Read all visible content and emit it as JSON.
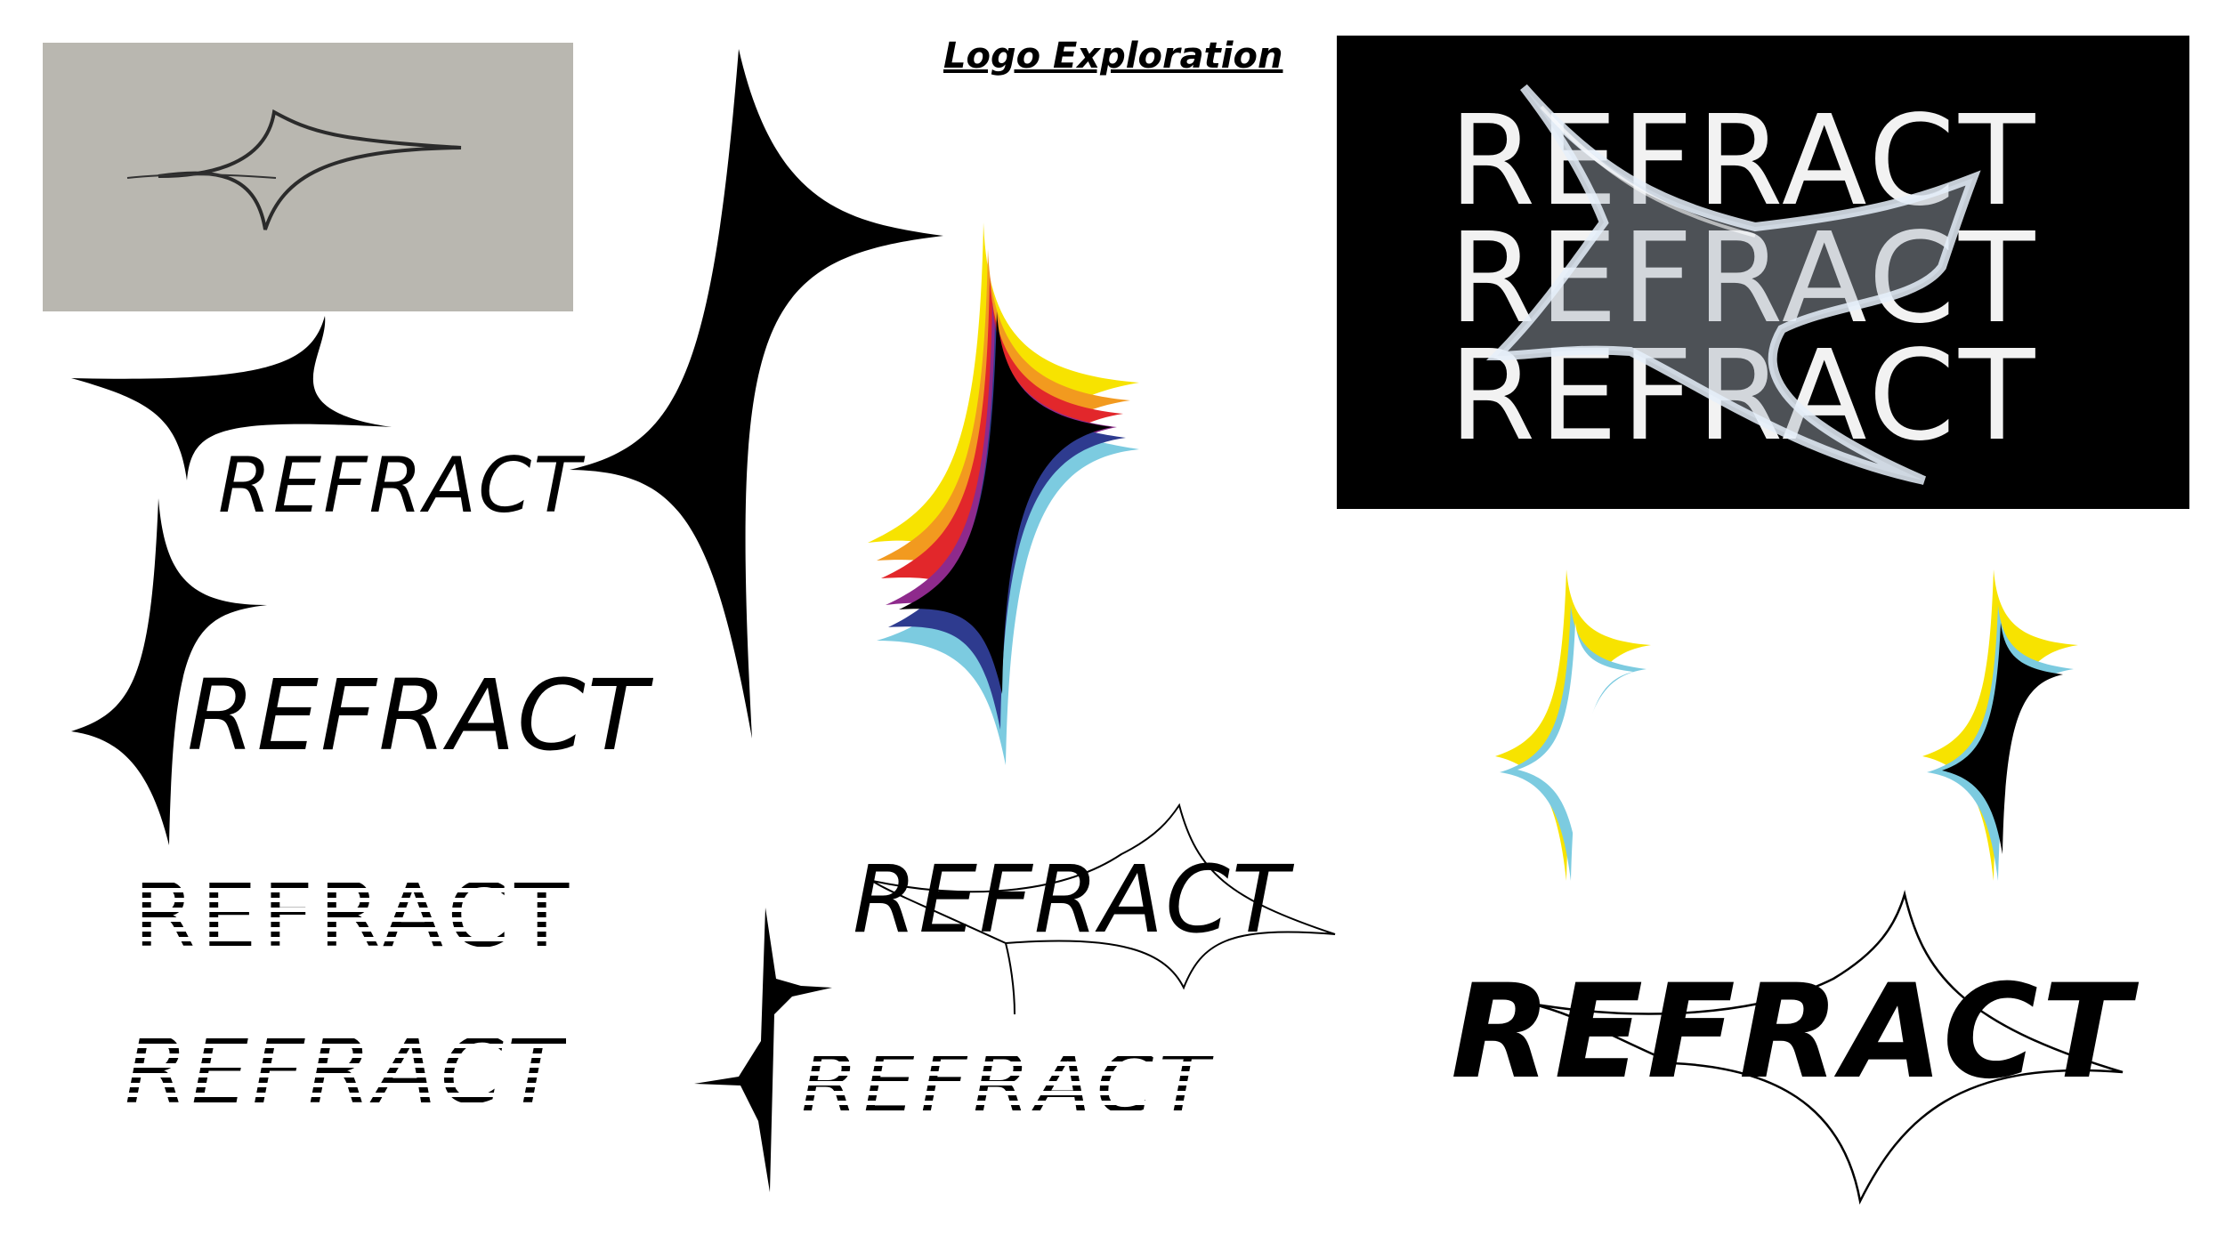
{
  "page": {
    "title": "Logo Exploration"
  },
  "wordmark": "REFRACT",
  "black_panel": {
    "lines": [
      "REFRACT",
      "REFRACT",
      "REFRACT"
    ]
  },
  "colors": {
    "background": "#ffffff",
    "ink": "#000000",
    "sketch_paper": "#b9b7b0",
    "panel": "#000000",
    "spectrum": [
      "#f7e300",
      "#f29a1f",
      "#e2272b",
      "#8e2a8c",
      "#2e3b8f",
      "#7ccbe0"
    ]
  },
  "icons": {
    "sketch": "hand-drawn-star-icon",
    "star": "four-point-star-icon",
    "spectrum_star": "rainbow-star-icon",
    "glass_star": "glass-star-icon"
  }
}
